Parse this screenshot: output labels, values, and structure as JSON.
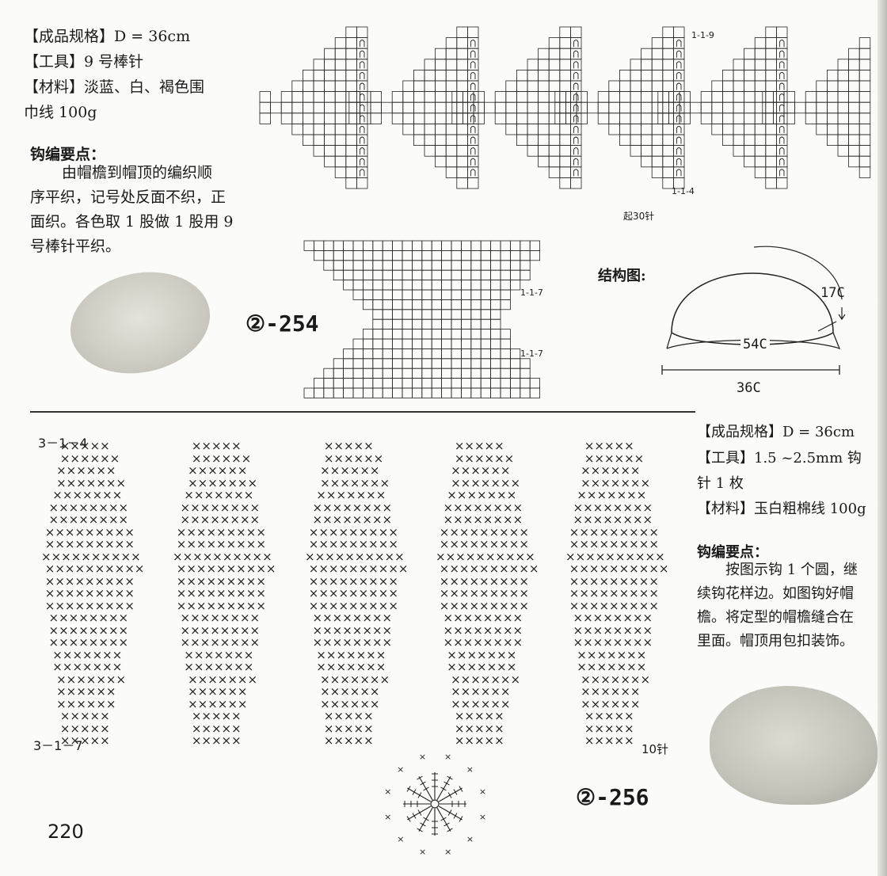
{
  "top": {
    "spec_label": "【成品规格】",
    "spec_value": "D = 36cm",
    "tools_label": "【工具】",
    "tools_value": "9 号棒针",
    "material_label": "【材料】",
    "material_value": "淡蓝、白、褐色围",
    "material_value_2": "巾线 100g",
    "points_title": "钩编要点：",
    "points_lines": [
      "由帽檐到帽顶的编织顺",
      "序平织，记号处反面不织，正",
      "面织。各色取 1 股做 1 股用 9",
      "号棒针平织。"
    ],
    "chart_label_a": "1-1-9",
    "chart_label_b": "1-1-4",
    "cast_on": "起30针",
    "brim_label_a": "1-1-7",
    "brim_label_b": "1-1-7",
    "pattern_no": "②",
    "pattern_suffix": "-254",
    "structure_title": "结构图:",
    "dim_17": "17C",
    "dim_54": "54C",
    "dim_36": "36C"
  },
  "bottom": {
    "label_top": "3－1－4",
    "label_bottom": "3－1－7",
    "stitch_count": "10针",
    "pattern_no": "②",
    "pattern_suffix": "-256",
    "spec_label": "【成品规格】",
    "spec_value": "D = 36cm",
    "tools_label": "【工具】",
    "tools_value": "1.5 ~2.5mm 钩",
    "tools_value_2": "针 1 枚",
    "material_label": "【材料】",
    "material_value": "玉白粗棉线 100g",
    "points_title": "钩编要点：",
    "points_lines": [
      "按图示钩 1 个圆，继",
      "续钩花样边。如图钩好帽",
      "檐。将定型的帽檐缝合在",
      "里面。帽顶用包扣装饰。"
    ]
  },
  "page_number": "220"
}
